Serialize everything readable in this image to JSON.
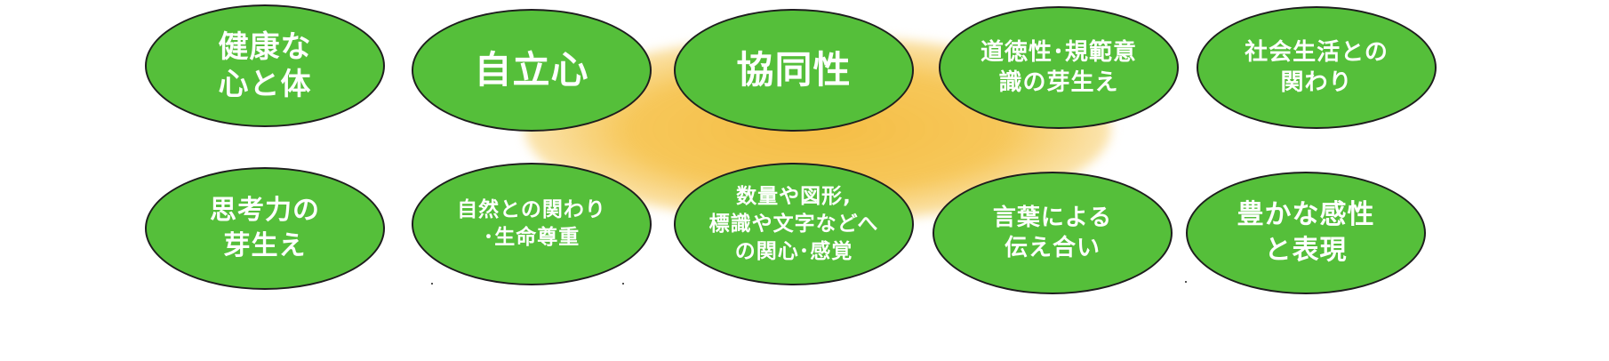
{
  "diagram": {
    "row1": [
      {
        "text": "健康な\n心と体"
      },
      {
        "text": "自立心"
      },
      {
        "text": "協同性"
      },
      {
        "text": "道徳性･規範意\n識の芽生え"
      },
      {
        "text": "社会生活との\n関わり"
      }
    ],
    "row2": [
      {
        "text": "思考力の\n芽生え"
      },
      {
        "text": "自然との関わり\n･生命尊重"
      },
      {
        "text": "数量や図形,\n標識や文字などへ\nの関心･感覚"
      },
      {
        "text": "言葉による\n伝え合い"
      },
      {
        "text": "豊かな感性\nと表現"
      }
    ]
  },
  "colors": {
    "oval_fill": "#55bf3a",
    "oval_border": "#1e1e1e",
    "text": "#ffffff",
    "glow": "#f5be46"
  }
}
